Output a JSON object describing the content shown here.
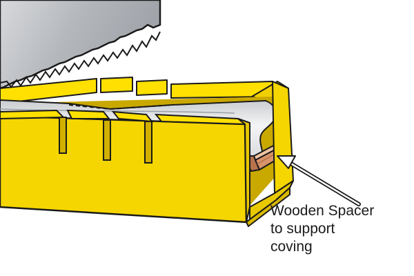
{
  "annotation": {
    "lines": [
      "Wooden Spacer",
      "to support",
      "coving"
    ]
  },
  "colors": {
    "mitre_box_front": "#f5d600",
    "mitre_box_top": "#ffe000",
    "mitre_box_shade": "#d9b800",
    "saw_blade": "#b9bcc1",
    "coving": "#e4e6e9",
    "wooden_spacer": "#d9936a",
    "outline": "#1a1a1a"
  },
  "icons": {
    "saw": "hand-saw-blade",
    "arrow": "pointer-arrow"
  }
}
